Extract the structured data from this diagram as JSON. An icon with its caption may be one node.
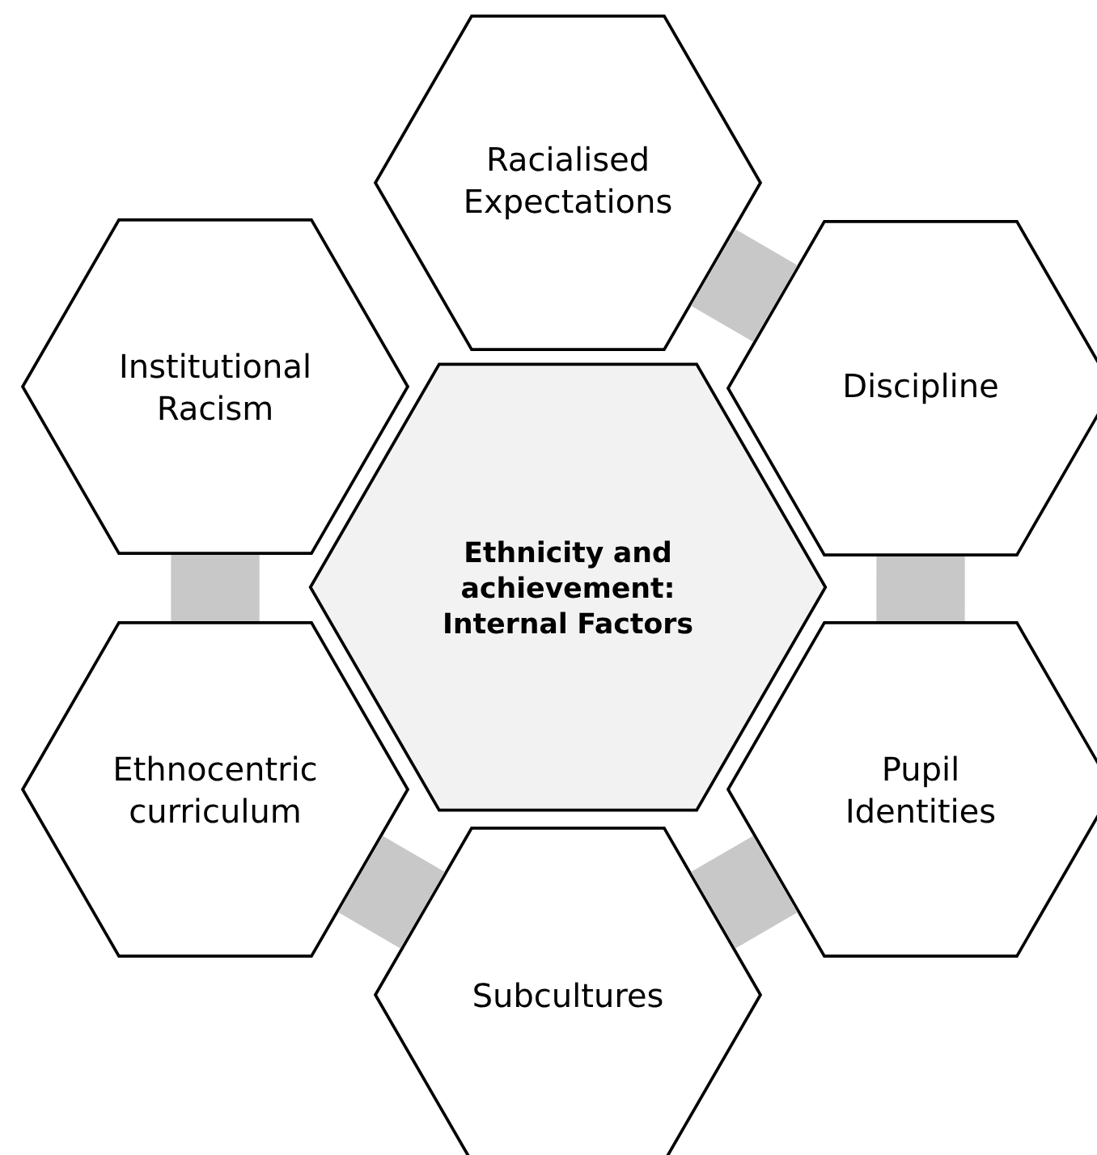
{
  "diagram": {
    "nodes": [
      {
        "text": [
          "Ethnicity and achievement: Internal Factors"
        ]
      },
      {
        "text": [
          "Racialised Expectations"
        ]
      },
      {
        "text": [
          "Discipline"
        ]
      },
      {
        "text": [
          "Pupil Identities"
        ]
      },
      {
        "text": [
          "Subcultures"
        ]
      },
      {
        "text": [
          "Ethnocentric curriculum"
        ]
      },
      {
        "text": [
          "Institutional Racism"
        ]
      }
    ],
    "edges": [
      {
        "from": 1,
        "to": 2,
        "arrow": "none"
      },
      {
        "from": 2,
        "to": 3,
        "arrow": "none"
      },
      {
        "from": 3,
        "to": 4,
        "arrow": "none"
      },
      {
        "from": 4,
        "to": 5,
        "arrow": "none"
      },
      {
        "from": 5,
        "to": 6,
        "arrow": "none"
      }
    ]
  }
}
